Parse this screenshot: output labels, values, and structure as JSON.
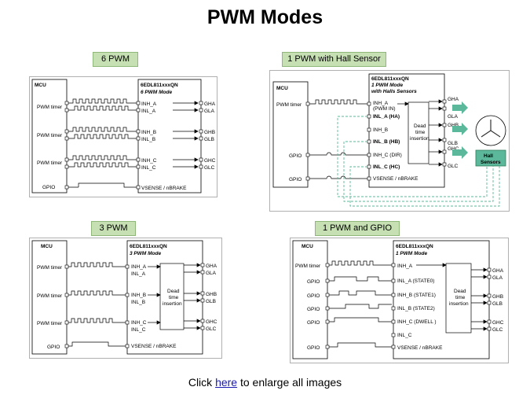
{
  "title": "PWM Modes",
  "footer": {
    "before": "Click ",
    "link": "here",
    "after": " to enlarge all images"
  },
  "panels": {
    "six_pwm": {
      "tag": "6 PWM",
      "mcu": "MCU",
      "chip": "6EDL811xxxQN",
      "mode": "6 PWM Mode",
      "left": [
        "PWM timer",
        "PWM timer",
        "PWM timer",
        "GPIO"
      ],
      "inputs": [
        "INH_A",
        "INL_A",
        "INH_B",
        "INL_B",
        "INH_C",
        "INL_C",
        "VSENSE / nBRAKE"
      ],
      "outputs": [
        "GHA",
        "GLA",
        "GHB",
        "GLB",
        "GHC",
        "GLC"
      ]
    },
    "one_pwm_hall": {
      "tag": "1 PWM  with Hall Sensor",
      "mcu": "MCU",
      "chip": "6EDL811xxxQN",
      "mode": "1 PWM Mode",
      "mode2": "with Halls Sensors",
      "left": [
        "PWM timer",
        "GPIO",
        "GPIO"
      ],
      "inputs": [
        "INH_A",
        "(PWM IN)",
        "INL_A (HA)",
        "INH_B",
        "INL_B (HB)",
        "INH_C (DIR)",
        "INL_C (HC)",
        "VSENSE / nBRAKE"
      ],
      "outputs": [
        "GHA",
        "GLA",
        "GHB",
        "GLB",
        "GHC",
        "GLC"
      ],
      "dead": [
        "Dead",
        "time",
        "insertion"
      ],
      "hall": [
        "Hall",
        "Sensors"
      ]
    },
    "three_pwm": {
      "tag": "3 PWM",
      "mcu": "MCU",
      "chip": "6EDL811xxxQN",
      "mode": "3 PWM Mode",
      "left": [
        "PWM timer",
        "PWM timer",
        "PWM timer",
        "GPIO"
      ],
      "inputs": [
        "INH_A",
        "INL_A",
        "INH_B",
        "INL_B",
        "INH_C",
        "INL_C",
        "VSENSE / nBRAKE"
      ],
      "outputs": [
        "GHA",
        "GLA",
        "GHB",
        "GLB",
        "GHC",
        "GLC"
      ],
      "dead": [
        "Dead",
        "time",
        "insertion"
      ]
    },
    "one_pwm_gpio": {
      "tag": "1 PWM  and GPIO",
      "mcu": "MCU",
      "chip": "6EDL811xxxQN",
      "mode": "1 PWM Mode",
      "left": [
        "PWM timer",
        "GPIO",
        "GPIO",
        "GPIO",
        "GPIO",
        "GPIO"
      ],
      "inputs": [
        "INH_A",
        "INL_A (STATE0)",
        "INH_B (STATE1)",
        "INL_B (STATE2)",
        "INH_C (DWELL )",
        "INL_C",
        "VSENSE / nBRAKE"
      ],
      "outputs": [
        "GHA",
        "GLA",
        "GHB",
        "GLB",
        "GHC",
        "GLC"
      ],
      "dead": [
        "Dead",
        "time",
        "insertion"
      ]
    }
  }
}
